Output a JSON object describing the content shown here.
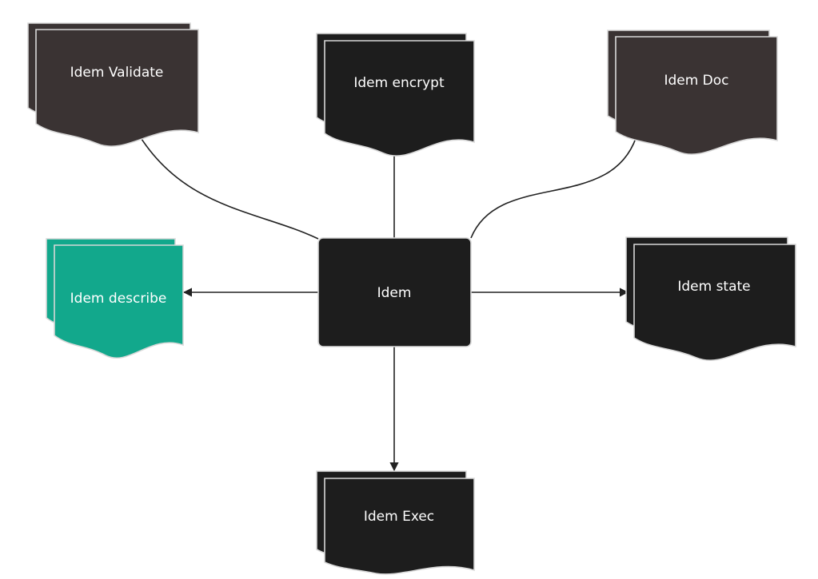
{
  "colors": {
    "dark": "#1d1d1d",
    "dark_brown": "#3a3333",
    "teal": "#12a88c",
    "edge": "#222222",
    "text": "#ffffff"
  },
  "nodes": {
    "center": {
      "label": "Idem",
      "fill": "#1d1d1d"
    },
    "validate": {
      "label": "Idem Validate",
      "fill": "#3a3333"
    },
    "encrypt": {
      "label": "Idem encrypt",
      "fill": "#1d1d1d"
    },
    "doc": {
      "label": "Idem Doc",
      "fill": "#3a3333"
    },
    "describe": {
      "label": "Idem describe",
      "fill": "#12a88c"
    },
    "state": {
      "label": "Idem state",
      "fill": "#1d1d1d"
    },
    "exec": {
      "label": "Idem Exec",
      "fill": "#1d1d1d"
    }
  },
  "edges": [
    {
      "from": "center",
      "to": "validate"
    },
    {
      "from": "center",
      "to": "encrypt"
    },
    {
      "from": "center",
      "to": "doc"
    },
    {
      "from": "center",
      "to": "describe"
    },
    {
      "from": "center",
      "to": "state"
    },
    {
      "from": "center",
      "to": "exec"
    }
  ]
}
